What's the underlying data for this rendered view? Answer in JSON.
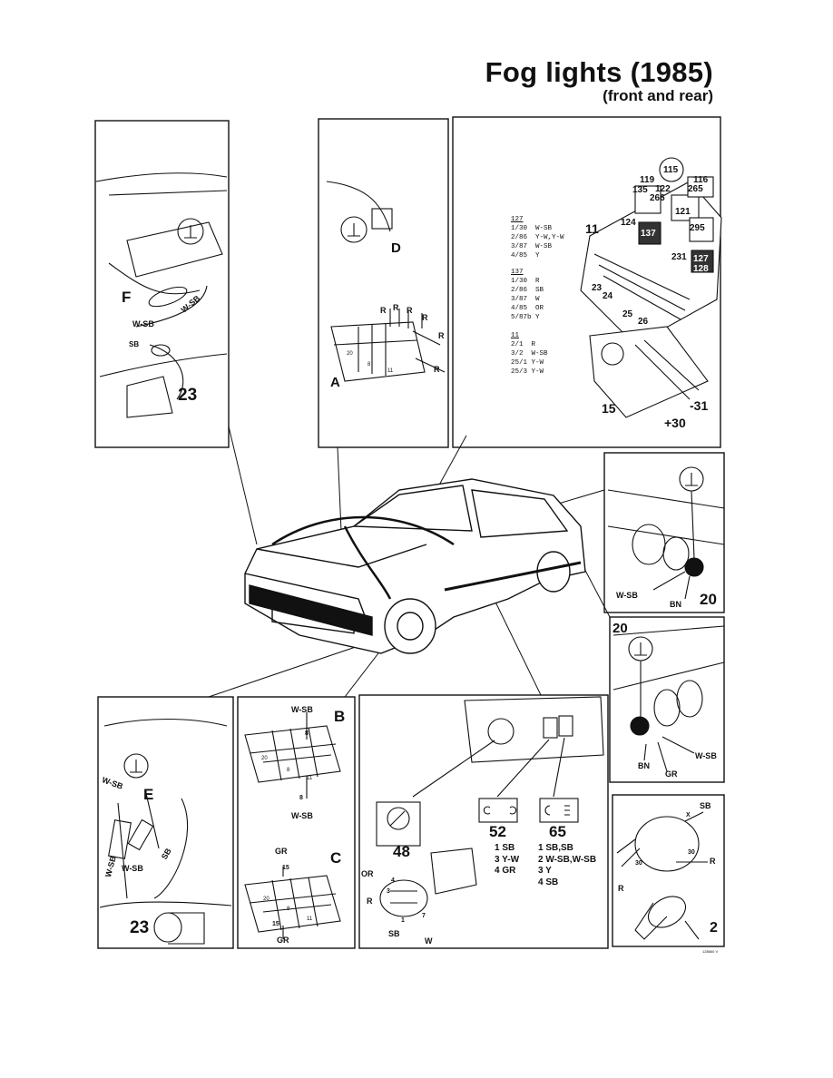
{
  "title": "Fog lights (1985)",
  "subtitle": "(front and rear)",
  "panels": {
    "top_left": {
      "callout": "F",
      "wire1": "W-SB",
      "wire2": "W-SB",
      "wire3": "SB",
      "part": "23"
    },
    "top_mid": {
      "callout_d": "D",
      "callout_a": "A",
      "wires": [
        "R",
        "R",
        "R",
        "R",
        "R",
        "R"
      ],
      "pins": [
        "20",
        "8",
        "11"
      ]
    },
    "top_right": {
      "relay_127": {
        "id": "127",
        "lines": [
          "1/30  W-SB",
          "2/86  Y-W,Y-W",
          "3/87  W-SB",
          "4/85  Y"
        ]
      },
      "relay_137": {
        "id": "137",
        "lines": [
          "1/30  R",
          "2/86  SB",
          "3/87  W",
          "4/85  OR",
          "5/87b Y"
        ]
      },
      "fuse_11": {
        "id": "11",
        "lines": [
          "2/1  R",
          "3/2  W-SB",
          "25/1 Y-W",
          "25/3 Y-W"
        ]
      },
      "numbers": [
        "115",
        "116",
        "119",
        "122",
        "135",
        "266",
        "265",
        "121",
        "11",
        "124",
        "137",
        "295",
        "127",
        "128",
        "231",
        "23",
        "24",
        "25",
        "26",
        "15",
        "+30",
        "-31"
      ]
    },
    "right_upper": {
      "wire1": "W-SB",
      "wire2": "BN",
      "part": "20"
    },
    "right_lower": {
      "part": "20",
      "wire1": "BN",
      "wire2": "GR",
      "wire3": "W-SB"
    },
    "bottom_left": {
      "callout": "E",
      "wires": [
        "W-SB",
        "W-SB",
        "W-SB",
        "SB"
      ],
      "part": "23"
    },
    "bottom_b": {
      "callout": "B",
      "wire_top": "W-SB",
      "pin_top": "8",
      "wire_bottom": "W-SB",
      "pin_bottom": "8",
      "pins": [
        "20",
        "8",
        "11"
      ]
    },
    "bottom_c": {
      "callout": "C",
      "wire_top": "GR",
      "pin_top": "15",
      "wire_bottom": "GR",
      "pin_bottom": "15",
      "pins": [
        "20",
        "8",
        "11"
      ]
    },
    "bottom_mid": {
      "switch_48": "48",
      "switch_52": "52",
      "switch_65": "65",
      "pins_52": [
        "1 SB",
        "3 Y-W",
        "4 GR"
      ],
      "pins_65": [
        "1 SB,SB",
        "2 W-SB,W-SB",
        "3 Y",
        "4 SB"
      ],
      "wires": [
        "OR",
        "R",
        "SB",
        "W"
      ],
      "pin_nums": [
        "4",
        "3",
        "1",
        "7"
      ]
    },
    "bottom_right": {
      "wires": [
        "SB",
        "R",
        "R"
      ],
      "pins": [
        "X",
        "30",
        "30"
      ],
      "part": "2"
    }
  },
  "footer_code": "128660 V"
}
